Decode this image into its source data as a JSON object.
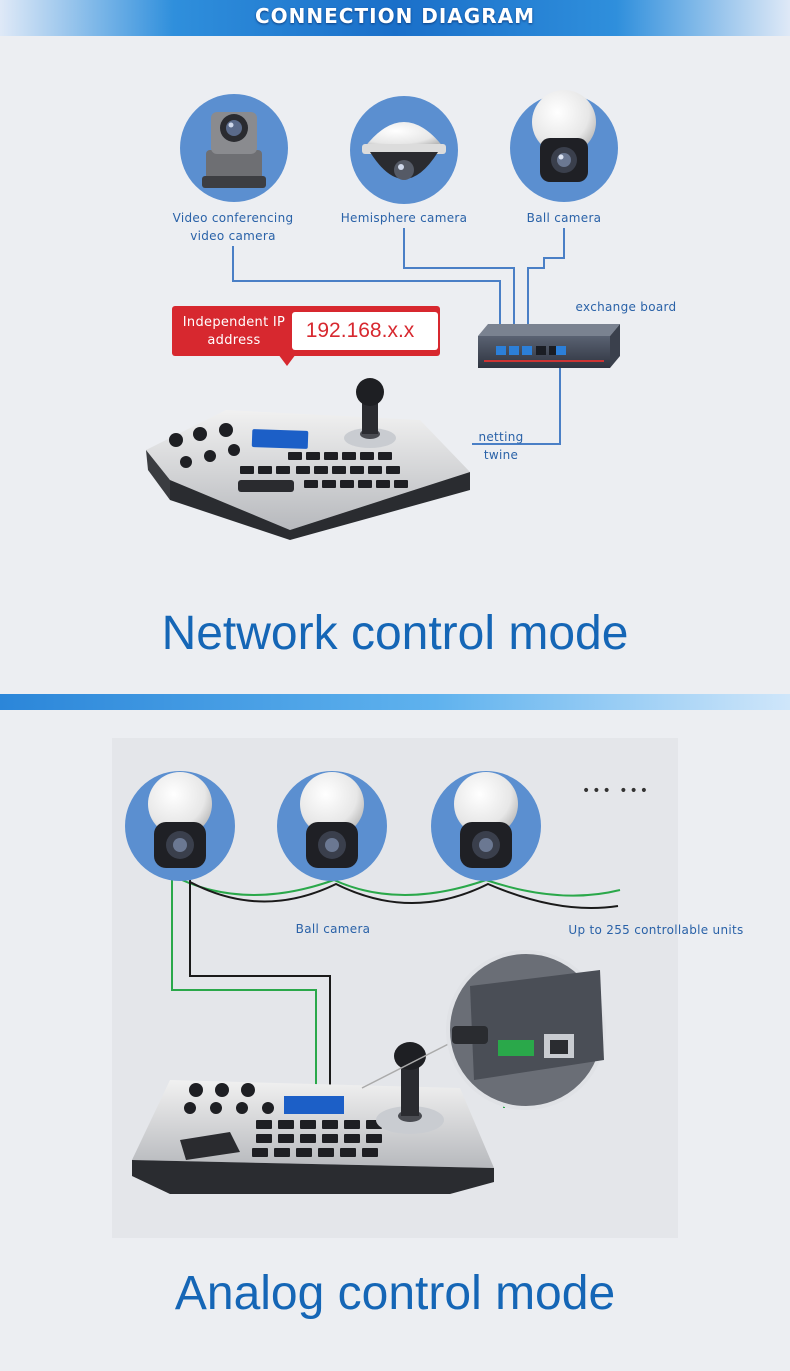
{
  "header": {
    "title": "CONNECTION DIAGRAM"
  },
  "network": {
    "cameras": [
      {
        "label_line1": "Video conferencing",
        "label_line2": "video camera",
        "icon": "video-conference-camera"
      },
      {
        "label": "Hemisphere camera",
        "icon": "hemisphere-camera"
      },
      {
        "label": "Ball camera",
        "icon": "ball-camera"
      }
    ],
    "switch_label": "exchange board",
    "cable_label_line1": "netting",
    "cable_label_line2": "twine",
    "ip_label_line1": "Independent IP",
    "ip_label_line2": "address",
    "ip_value": "192.168.x.x",
    "title": "Network control mode"
  },
  "analog": {
    "camera_label": "Ball camera",
    "more_indicator": "••• •••",
    "units_label": "Up to 255 controllable units",
    "title": "Analog control mode"
  },
  "colors": {
    "accent_blue": "#1566b6",
    "line_blue": "#4a7fc6",
    "ip_red": "#d7282f",
    "circle_blue": "#5b8fd0",
    "wire_green": "#2aa84a",
    "wire_black": "#1a1a1a"
  }
}
